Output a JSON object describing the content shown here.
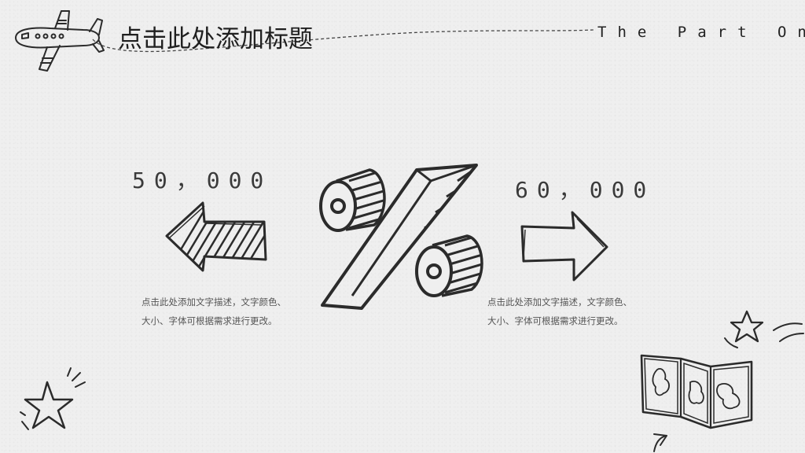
{
  "header": {
    "title": "点击此处添加标题",
    "part_label": "The Part One"
  },
  "left_block": {
    "value": "50，000",
    "description_line1": "点击此处添加文字描述，文字颜色、",
    "description_line2": "大小、字体可根据需求进行更改。"
  },
  "right_block": {
    "value": "60，000",
    "description_line1": "点击此处添加文字描述，文字颜色、",
    "description_line2": "大小、字体可根据需求进行更改。"
  },
  "icons": [
    "airplane-icon",
    "percent-icon",
    "left-arrow-icon",
    "right-arrow-icon",
    "star-icon",
    "map-icon"
  ],
  "colors": {
    "ink": "#2b2b2b",
    "background": "#efefef"
  }
}
